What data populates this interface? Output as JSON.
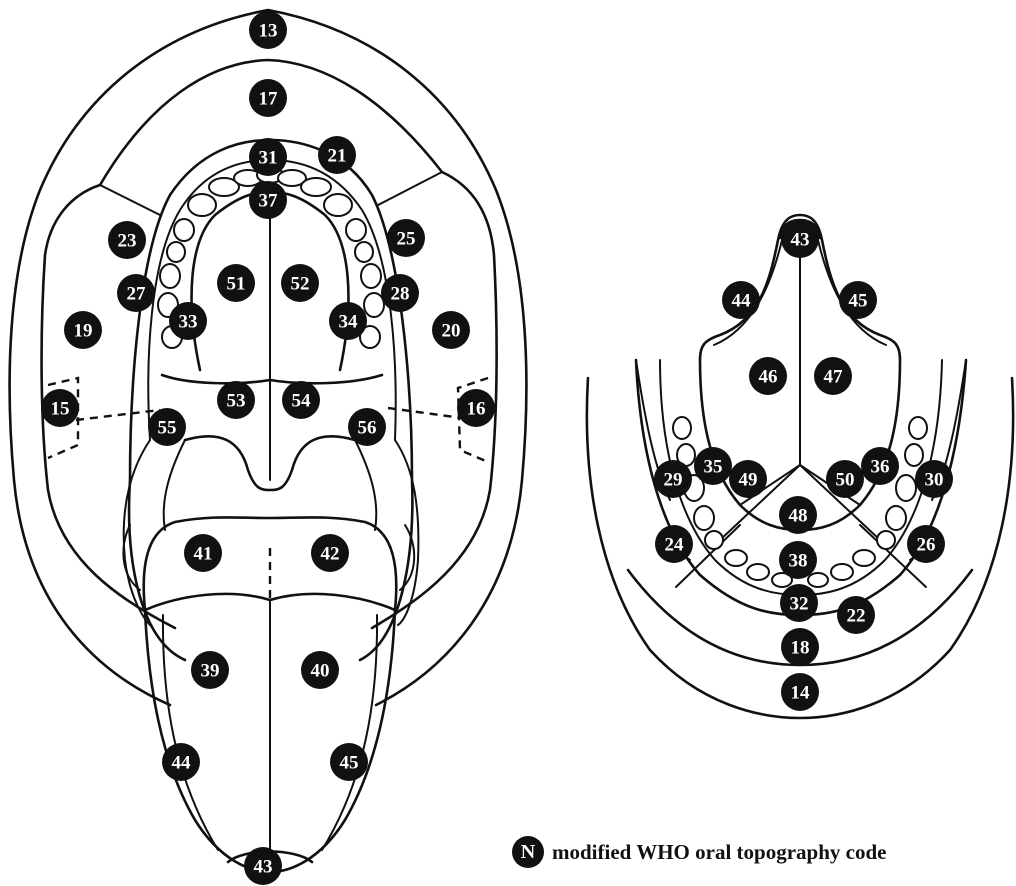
{
  "legend": {
    "symbol": "N",
    "text": "modified WHO oral topography code"
  },
  "upper_view": {
    "regions": [
      {
        "code": "13"
      },
      {
        "code": "17"
      },
      {
        "code": "31"
      },
      {
        "code": "21"
      },
      {
        "code": "37"
      },
      {
        "code": "23"
      },
      {
        "code": "25"
      },
      {
        "code": "51"
      },
      {
        "code": "52"
      },
      {
        "code": "27"
      },
      {
        "code": "28"
      },
      {
        "code": "19"
      },
      {
        "code": "33"
      },
      {
        "code": "34"
      },
      {
        "code": "20"
      },
      {
        "code": "15"
      },
      {
        "code": "53"
      },
      {
        "code": "54"
      },
      {
        "code": "16"
      },
      {
        "code": "55"
      },
      {
        "code": "56"
      },
      {
        "code": "41"
      },
      {
        "code": "42"
      },
      {
        "code": "39"
      },
      {
        "code": "40"
      },
      {
        "code": "44"
      },
      {
        "code": "45"
      },
      {
        "code": "43"
      }
    ]
  },
  "lower_view": {
    "regions": [
      {
        "code": "43"
      },
      {
        "code": "44"
      },
      {
        "code": "45"
      },
      {
        "code": "46"
      },
      {
        "code": "47"
      },
      {
        "code": "35"
      },
      {
        "code": "36"
      },
      {
        "code": "29"
      },
      {
        "code": "49"
      },
      {
        "code": "50"
      },
      {
        "code": "30"
      },
      {
        "code": "48"
      },
      {
        "code": "24"
      },
      {
        "code": "26"
      },
      {
        "code": "38"
      },
      {
        "code": "32"
      },
      {
        "code": "22"
      },
      {
        "code": "18"
      },
      {
        "code": "14"
      }
    ]
  }
}
